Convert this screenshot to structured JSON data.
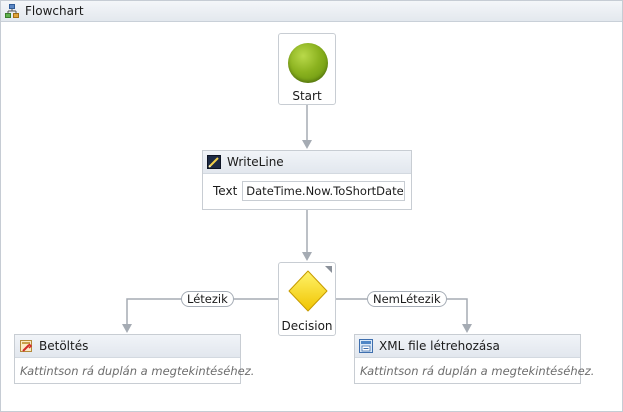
{
  "window": {
    "title": "Flowchart",
    "icon": "flowchart-icon"
  },
  "start": {
    "label": "Start",
    "color": "#8bb21f"
  },
  "writeline": {
    "name": "WriteLine",
    "icon": "writeline-icon",
    "field_label": "Text",
    "field_value": "DateTime.Now.ToShortDateS"
  },
  "decision": {
    "label": "Decision",
    "color": "#f5d400",
    "true_label": "Létezik",
    "false_label": "NemLétezik"
  },
  "activities": [
    {
      "name": "Betöltés",
      "hint": "Kattintson rá duplán a megtekintéséhez.",
      "icon": "load-icon"
    },
    {
      "name": "XML file létrehozása",
      "hint": "Kattintson rá duplán a megtekintéséhez.",
      "icon": "xml-file-icon"
    }
  ],
  "colors": {
    "connector": "#a5abb3",
    "header": "#e2e7ee",
    "border": "#c8cdd3"
  }
}
